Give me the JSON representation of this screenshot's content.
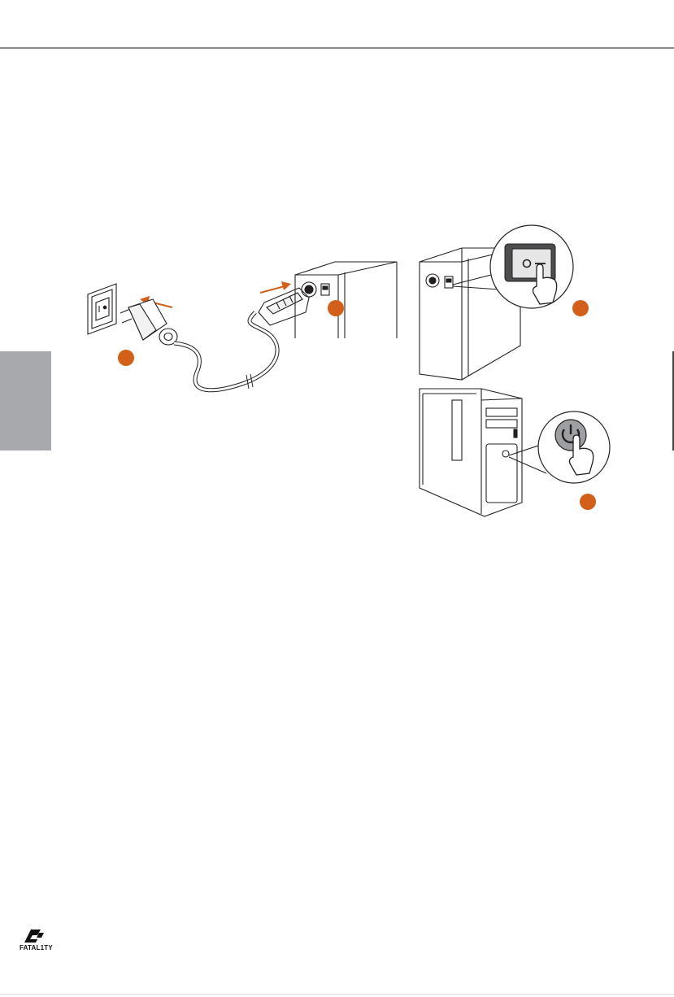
{
  "colors": {
    "step_marker": "#d2601a",
    "arrow": "#d2601a",
    "header_rule": "#8a8a8a",
    "side_tab": "#a7a9ac",
    "switch_body": "#6d6e71",
    "power_button": "#9d9fa2"
  },
  "steps": [
    {
      "id": "plug-into-outlet"
    },
    {
      "id": "plug-into-psu"
    },
    {
      "id": "turn-on-psu-switch"
    },
    {
      "id": "press-power-button"
    }
  ],
  "icons": {
    "outlet": "wall-outlet-icon",
    "plug": "power-plug-icon",
    "psu_switch": "rocker-switch-icon",
    "power_button": "power-button-icon",
    "hand": "pointing-hand-icon"
  },
  "footer": {
    "logo_text": "FATAL1TY"
  }
}
